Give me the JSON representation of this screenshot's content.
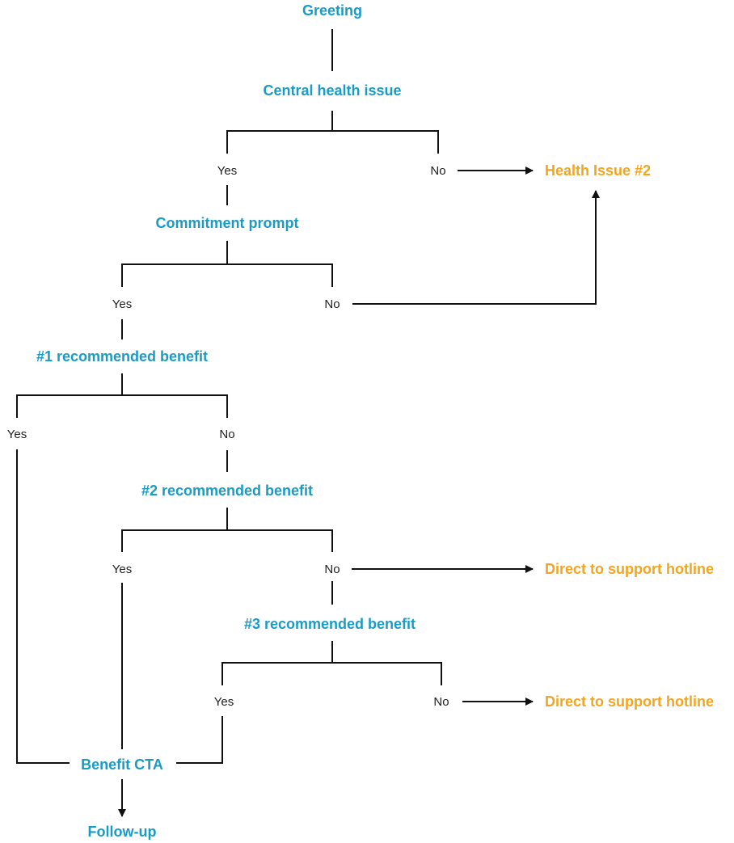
{
  "colors": {
    "node": "#1a9bc6",
    "outcome": "#f4a41f",
    "line": "#111111"
  },
  "nodes": {
    "greeting": "Greeting",
    "central_issue": "Central health issue",
    "commitment": "Commitment prompt",
    "benefit1": "#1 recommended benefit",
    "benefit2": "#2 recommended benefit",
    "benefit3": "#3 recommended benefit",
    "cta": "Benefit CTA",
    "followup": "Follow-up"
  },
  "outcomes": {
    "health_issue_2": "Health Issue #2",
    "hotline_a": "Direct to support hotline",
    "hotline_b": "Direct to support hotline"
  },
  "answers": {
    "yes": "Yes",
    "no": "No"
  }
}
